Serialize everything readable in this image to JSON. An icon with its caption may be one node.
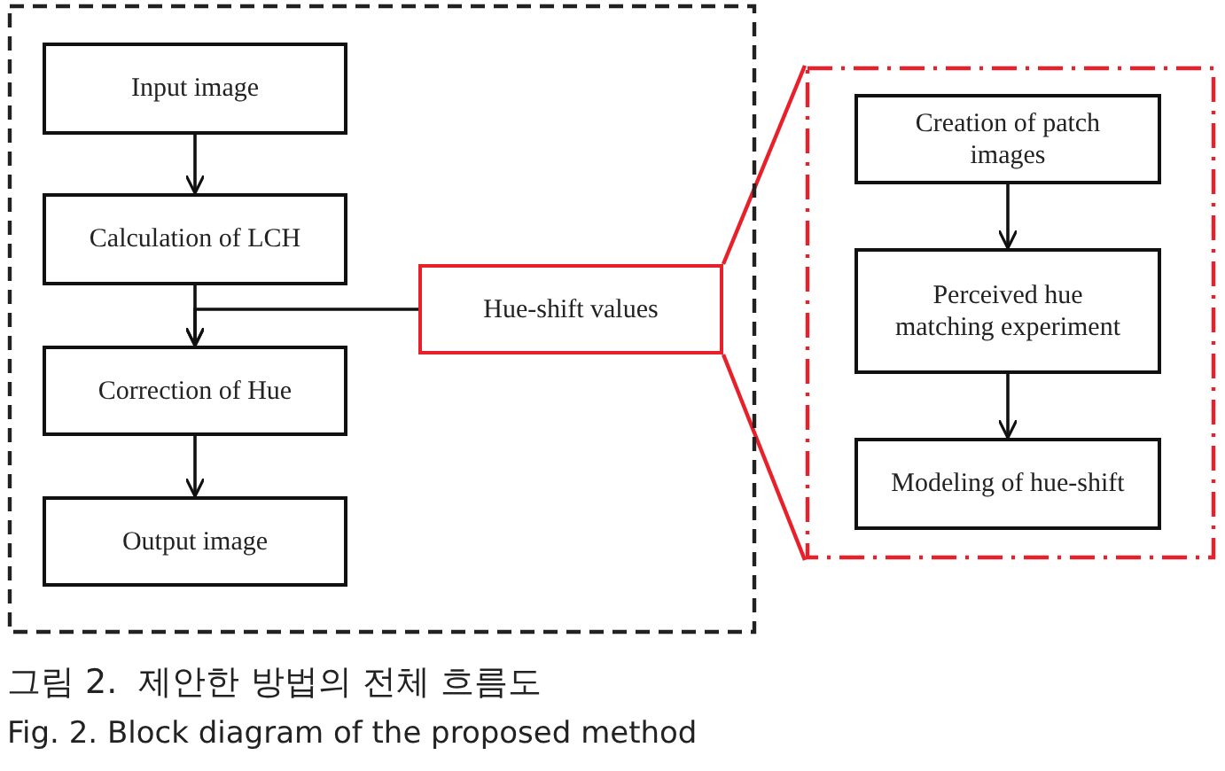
{
  "diagram": {
    "caption": "그림 2.  제안한 방법의 전체 흐름도",
    "nodes": [
      {
        "text": [],
        "shape": "box"
      },
      {
        "text": [
          "Input image"
        ],
        "in": 0
      },
      {
        "text": [
          "Calculation of LCH"
        ],
        "in": 0
      },
      {
        "text": [
          "Correction of Hue"
        ],
        "in": 0
      },
      {
        "text": [
          "Output image"
        ],
        "in": 0
      },
      {
        "text": [
          "Hue-shift values"
        ],
        "in": 0
      },
      {
        "text": [],
        "shape": "box"
      },
      {
        "text": [
          "Creation of patch images"
        ],
        "in": 6
      },
      {
        "text": [
          "Perceived hue matching experiment"
        ],
        "in": 6
      },
      {
        "text": [
          "Modeling of hue-shift"
        ],
        "in": 6
      }
    ],
    "edges": [
      {
        "from": 1,
        "to": 2,
        "arrow": "to"
      },
      {
        "from": 2,
        "to": 3,
        "arrow": "to"
      },
      {
        "from": 3,
        "to": 4,
        "arrow": "to"
      },
      {
        "from": 5,
        "to": 3,
        "arrow": "to"
      },
      {
        "from": 7,
        "to": 8,
        "arrow": "to"
      },
      {
        "from": 8,
        "to": 9,
        "arrow": "to"
      },
      {
        "from": 5,
        "to": 6,
        "arrow": "none",
        "color": "#e8202a"
      },
      {
        "from": 5,
        "to": 6,
        "arrow": "none",
        "color": "#e8202a"
      }
    ],
    "labels": [
      "Fig. 2. Block diagram of the proposed method"
    ]
  }
}
